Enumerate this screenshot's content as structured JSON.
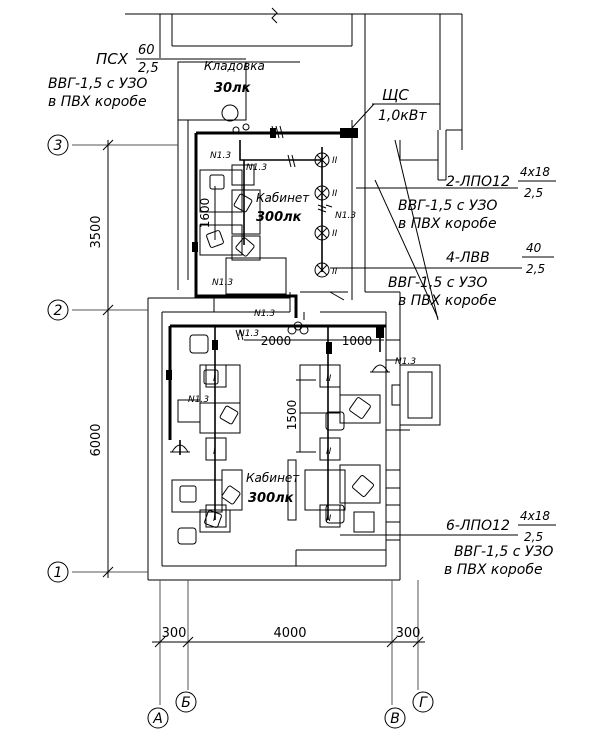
{
  "axes": {
    "rows": [
      {
        "id": "row-3",
        "label": "3"
      },
      {
        "id": "row-2",
        "label": "2"
      },
      {
        "id": "row-1",
        "label": "1"
      }
    ],
    "cols": [
      {
        "id": "col-a",
        "label": "А"
      },
      {
        "id": "col-b",
        "label": "Б"
      },
      {
        "id": "col-v",
        "label": "В"
      },
      {
        "id": "col-g",
        "label": "Г"
      }
    ]
  },
  "dimensions": {
    "d3500": "3500",
    "d6000": "6000",
    "d300_left": "300",
    "d4000": "4000",
    "d300_right": "300",
    "d1600": "1600",
    "d2000": "2000",
    "d1000": "1000",
    "d1500": "1500"
  },
  "rooms": {
    "storage_name": "Кладовка",
    "storage_lux": "30лк",
    "office1_name": "Кабинет",
    "office1_lux": "300лк",
    "office2_name": "Кабинет",
    "office2_lux": "300лк"
  },
  "annotations": {
    "psh_label": "ПСХ",
    "psh_num": "60",
    "psh_den": "2,5",
    "cable_top_left_1": "ВВГ-1,5 с УЗО",
    "cable_top_left_2": "в ПВХ коробе",
    "panel_label": "ЩС",
    "panel_power": "1,0кВт",
    "lp1_label": "2-ЛПО12",
    "lp1_num": "4х18",
    "lp1_den": "2,5",
    "cable_r1_1": "ВВГ-1,5 с УЗО",
    "cable_r1_2": "в ПВХ коробе",
    "lvv_label": "4-ЛВВ",
    "lvv_num": "40",
    "lvv_den": "2,5",
    "cable_r2_1": "ВВГ-1,5 с УЗО",
    "cable_r2_2": "в ПВХ коробе",
    "lp2_label": "6-ЛПО12",
    "lp2_num": "4х18",
    "lp2_den": "2,5",
    "cable_r3_1": "ВВГ-1,5 с УЗО",
    "cable_r3_2": "в ПВХ коробе"
  },
  "line_tags": {
    "n13": "N1.3",
    "circuit_ii": "II",
    "circuit_i": "I"
  }
}
